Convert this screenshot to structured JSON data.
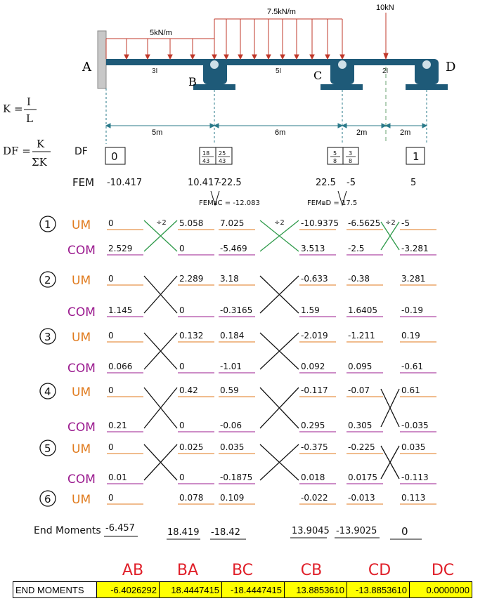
{
  "beam": {
    "supports": [
      "A",
      "B",
      "C",
      "D"
    ],
    "loads": {
      "udl_ab": "5kN/m",
      "udl_bc": "7.5kN/m",
      "point_cd": "10kN"
    },
    "inertia": {
      "ab": "3I",
      "bc": "5I",
      "cd": "2I"
    },
    "dims": {
      "ab": "5m",
      "bc": "6m",
      "c_load": "2m",
      "load_d": "2m"
    }
  },
  "formulas": {
    "k_lhs": "K =",
    "k_num": "I",
    "k_den": "L",
    "df_lhs": "DF =",
    "df_num": "K",
    "df_den": "ΣK"
  },
  "df_row": {
    "label": "DF",
    "a": "0",
    "ba_num": "18",
    "ba_den": "43",
    "bc_num": "25",
    "bc_den": "43",
    "cb_num": "5",
    "cb_den": "8",
    "cd_num": "3",
    "cd_den": "8",
    "d": "1"
  },
  "fem_row": {
    "label": "FEM",
    "ab": "-10.417",
    "ba": "10.417",
    "bc": "-22.5",
    "cb": "22.5",
    "cd": "-5",
    "dc": "5",
    "note_b": "FEMᴃC = -12.083",
    "note_c": "FEMᴃD = 17.5"
  },
  "marks": {
    "half": "÷2"
  },
  "cycles": [
    {
      "n": "1",
      "um": [
        "0",
        "5.058",
        "7.025",
        "-10.9375",
        "-6.5625",
        "-5"
      ],
      "com": [
        "2.529",
        "0",
        "-5.469",
        "3.513",
        "-2.5",
        "-3.281"
      ]
    },
    {
      "n": "2",
      "um": [
        "0",
        "2.289",
        "3.18",
        "-0.633",
        "-0.38",
        "3.281"
      ],
      "com": [
        "1.145",
        "0",
        "-0.3165",
        "1.59",
        "1.6405",
        "-0.19"
      ]
    },
    {
      "n": "3",
      "um": [
        "0",
        "0.132",
        "0.184",
        "-2.019",
        "-1.211",
        "0.19"
      ],
      "com": [
        "0.066",
        "0",
        "-1.01",
        "0.092",
        "0.095",
        "-0.61"
      ]
    },
    {
      "n": "4",
      "um": [
        "0",
        "0.42",
        "0.59",
        "-0.117",
        "-0.07",
        "0.61"
      ],
      "com": [
        "0.21",
        "0",
        "-0.06",
        "0.295",
        "0.305",
        "-0.035"
      ]
    },
    {
      "n": "5",
      "um": [
        "0",
        "0.025",
        "0.035",
        "-0.375",
        "-0.225",
        "0.035"
      ],
      "com": [
        "0.01",
        "0",
        "-0.1875",
        "0.018",
        "0.0175",
        "-0.113"
      ]
    },
    {
      "n": "6",
      "um": [
        "0",
        "0.078",
        "0.109",
        "-0.022",
        "-0.013",
        "0.113"
      ]
    }
  ],
  "row_labels": {
    "um": "UM",
    "com": "COM"
  },
  "end_moments_hw": {
    "label": "End Moments",
    "values": [
      "-6.457",
      "18.419",
      "-18.42",
      "13.9045",
      "-13.9025",
      "0"
    ]
  },
  "end_table": {
    "header": "END MOMENTS",
    "col_labels": [
      "AB",
      "BA",
      "BC",
      "CB",
      "CD",
      "DC"
    ],
    "values": [
      "-6.4026292",
      "18.4447415",
      "-18.4447415",
      "13.8853610",
      "-13.8853610",
      "0.0000000"
    ]
  },
  "colors": {
    "beam": "#1e5a78",
    "load": "#c0392b",
    "um": "#e07a1c",
    "com": "#9b1b8f",
    "dim": "#2a7a8a",
    "red": "#e0202a",
    "yellow": "#ffff00"
  }
}
